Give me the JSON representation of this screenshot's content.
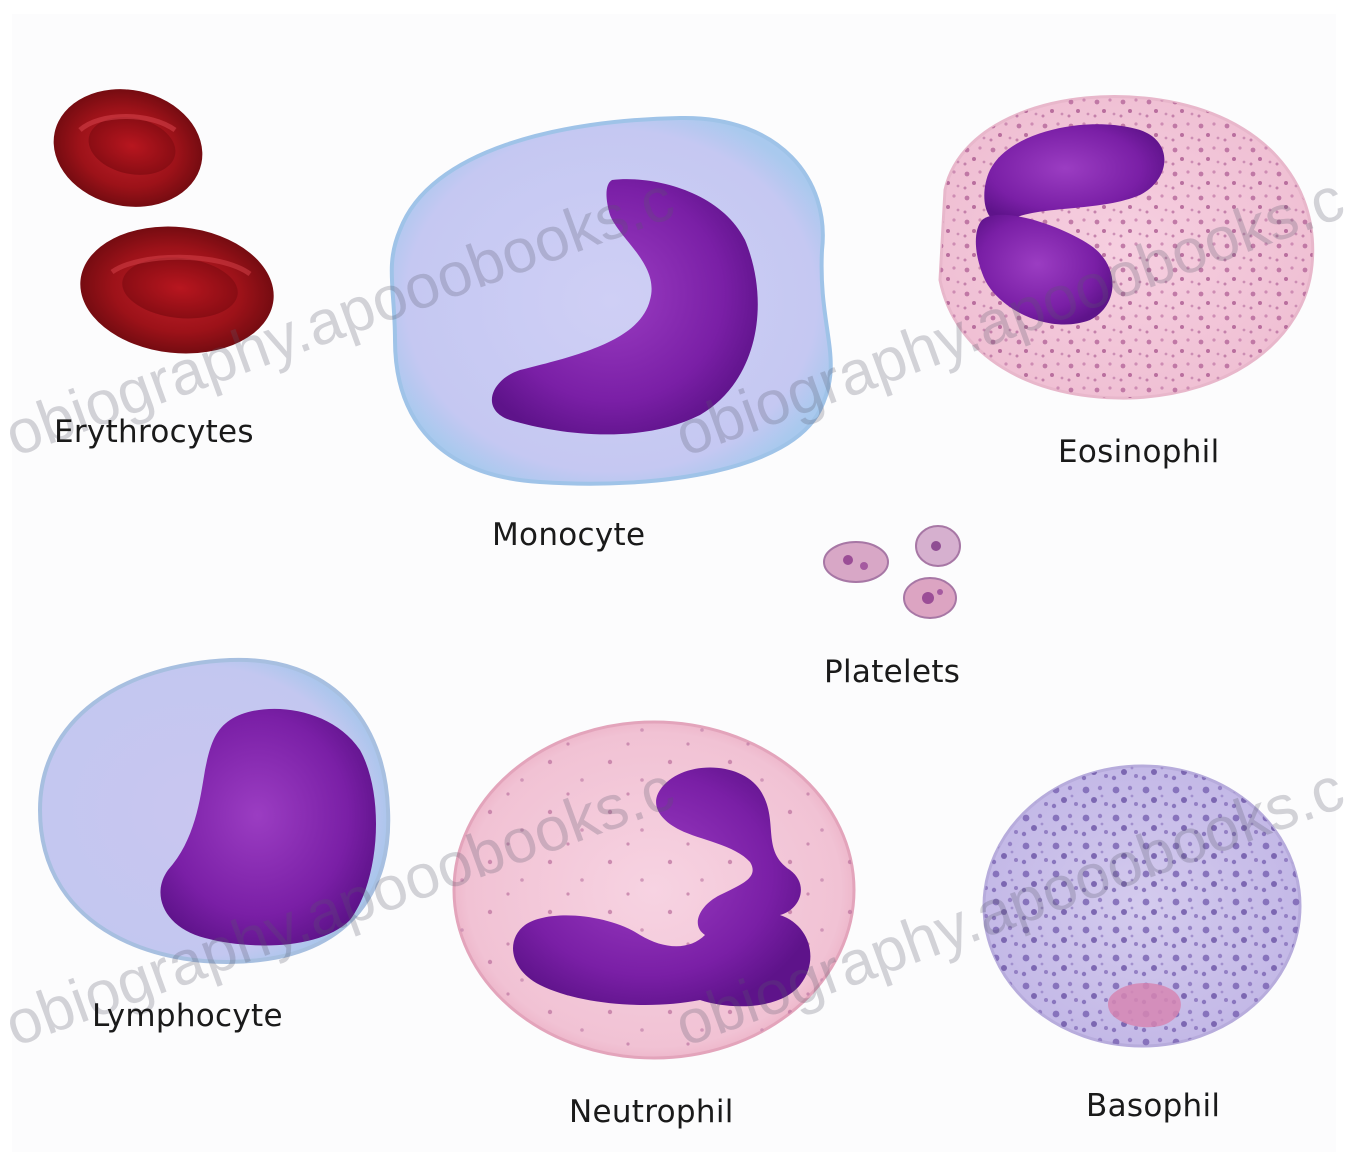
{
  "labels": {
    "erythrocytes": "Erythrocytes",
    "monocyte": "Monocyte",
    "eosinophil": "Eosinophil",
    "platelets": "Platelets",
    "lymphocyte": "Lymphocyte",
    "neutrophil": "Neutrophil",
    "basophil": "Basophil"
  },
  "watermark": "obiography.apooobooks.c",
  "colors": {
    "erythrocyte": "#8e0e14",
    "monocyte_cytoplasm": "#c9cdf4",
    "nucleus": "#7a1fa6",
    "eosinophil_cytoplasm": "#f5cbdc",
    "neutrophil_cytoplasm": "#f4c7d6",
    "basophil_cytoplasm": "#cdc3ea"
  }
}
